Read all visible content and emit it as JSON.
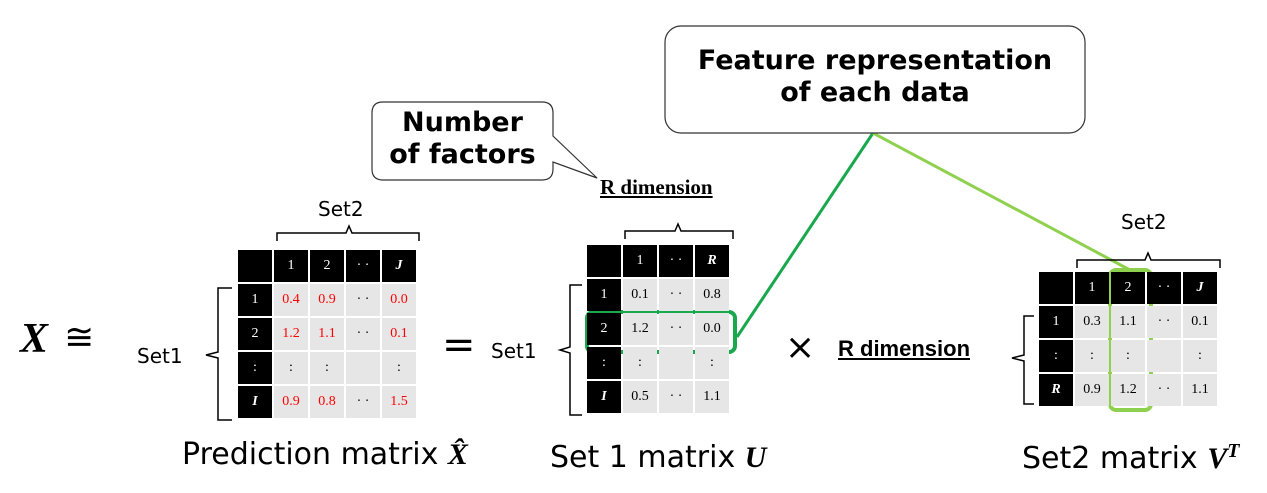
{
  "formula": {
    "lhs": "X",
    "approx": "≅",
    "equals": "=",
    "times": "×"
  },
  "callouts": {
    "factors_line1": "Number",
    "factors_line2": "of factors",
    "feature_line1": "Feature representation",
    "feature_line2": "of each data"
  },
  "labels": {
    "set1": "Set1",
    "set2": "Set2",
    "r_dimension": "R dimension"
  },
  "prediction": {
    "caption": "Prediction matrix ",
    "symbol": "X̂",
    "col_headers": [
      "1",
      "2",
      "· ·",
      "J"
    ],
    "row_headers": [
      "1",
      "2",
      ":",
      "I"
    ],
    "rows": [
      [
        "0.4",
        "0.9",
        "· ·",
        "0.0"
      ],
      [
        "1.2",
        "1.1",
        "· ·",
        "0.1"
      ],
      [
        ":",
        ":",
        "",
        ":"
      ],
      [
        "0.9",
        "0.8",
        "· ·",
        "1.5"
      ]
    ]
  },
  "set1_matrix": {
    "caption": "Set 1 matrix ",
    "symbol": "U",
    "col_headers": [
      "1",
      "· ·",
      "R"
    ],
    "row_headers": [
      "1",
      "2",
      ":",
      "I"
    ],
    "rows": [
      [
        "0.1",
        "· ·",
        "0.8"
      ],
      [
        "1.2",
        "· ·",
        "0.0"
      ],
      [
        ":",
        "",
        ":"
      ],
      [
        "0.5",
        "· ·",
        "1.1"
      ]
    ]
  },
  "set2_matrix": {
    "caption": "Set2 matrix ",
    "symbol": "V",
    "superscript": "T",
    "col_headers": [
      "1",
      "2",
      "· ·",
      "J"
    ],
    "row_headers": [
      "1",
      ":",
      "R"
    ],
    "rows": [
      [
        "0.3",
        "1.1",
        "· ·",
        "0.1"
      ],
      [
        ":",
        ":",
        "",
        ":"
      ],
      [
        "0.9",
        "1.2",
        "· ·",
        "1.1"
      ]
    ]
  },
  "colors": {
    "highlight_row": "#1aa84e",
    "highlight_col": "#8fd14f",
    "prediction_values": "#ff0000",
    "header_bg": "#000000",
    "cell_bg": "#e6e6e6"
  }
}
